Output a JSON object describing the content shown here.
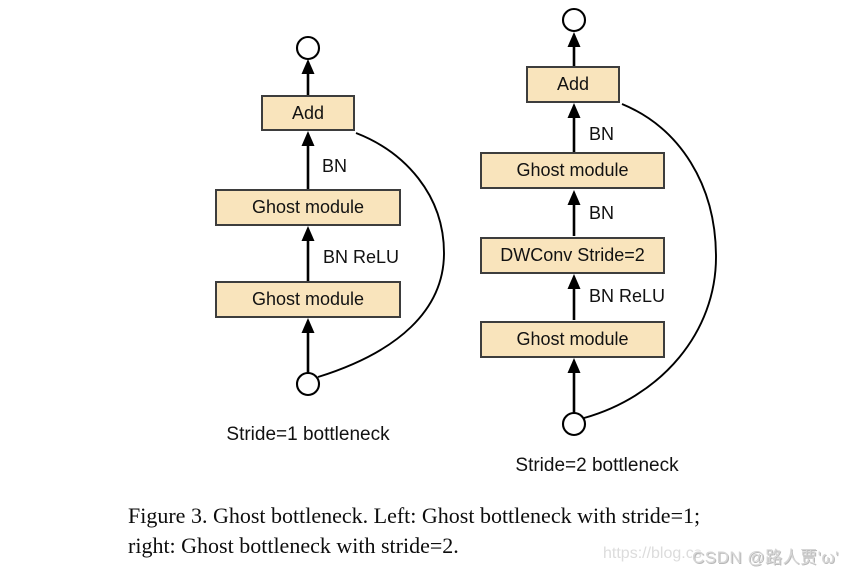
{
  "figure": {
    "left_diagram": {
      "add_label": "Add",
      "bn_label": "BN",
      "ghost_top_label": "Ghost module",
      "bn_relu_label": "BN ReLU",
      "ghost_bottom_label": "Ghost module",
      "caption": "Stride=1 bottleneck"
    },
    "right_diagram": {
      "add_label": "Add",
      "bn_top_label": "BN",
      "ghost_top_label": "Ghost module",
      "bn_mid_label": "BN",
      "dwconv_label": "DWConv Stride=2",
      "bn_relu_label": "BN ReLU",
      "ghost_bottom_label": "Ghost module",
      "caption": "Stride=2 bottleneck"
    },
    "caption": {
      "line1": "Figure 3. Ghost bottleneck. Left: Ghost bottleneck with stride=1;",
      "line2": "right: Ghost bottleneck with stride=2."
    },
    "watermark": {
      "url": "https://blog.cs",
      "csdn": "CSDN @路人贾'ω'"
    }
  },
  "colors": {
    "block_fill": "#F9E4BC",
    "block_border": "#3D3D3D",
    "line_color": "#000000",
    "caption_color": "#0D0D0D",
    "watermark_color": "#D6D6D6"
  }
}
